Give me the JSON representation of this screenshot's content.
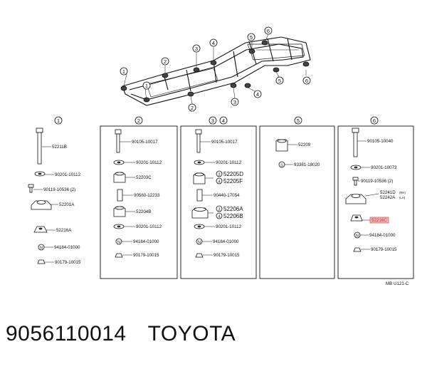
{
  "footer": {
    "part_number": "9056110014",
    "brand": "TOYOTA"
  },
  "diagram_code": "MB  U121-C",
  "frame_callouts": [
    "1",
    "2",
    "3",
    "4",
    "5",
    "6"
  ],
  "columns": [
    {
      "header": "1",
      "labels": [
        "52211B",
        "90201-10112",
        "90119-10536 (2)",
        "52201A",
        "52216A",
        "N",
        "94184-01000",
        "90179-10015"
      ]
    },
    {
      "header": "2",
      "labels": [
        "90105-10017",
        "90201-10112",
        "52203C",
        "90560-12233",
        "52204B",
        "90201-10112",
        "N",
        "94184-01000",
        "90179-10015"
      ]
    },
    {
      "header": "3",
      "header2": "4",
      "labels": [
        "90105-10017",
        "90201-10112",
        "3",
        "52205D",
        "4",
        "52205F",
        "90440-17054",
        "3",
        "52206A",
        "4",
        "52206B",
        "90201-10112",
        "N",
        "94184-01000",
        "90179-10015"
      ]
    },
    {
      "header": "5",
      "labels": [
        "52209",
        "S",
        "93381-18020"
      ]
    },
    {
      "header": "6",
      "labels": [
        "90105-10040",
        "90201-10073",
        "90119-10536 (2)",
        "52241D",
        "(RH)",
        "52242A",
        "(LH)",
        "52216C",
        "N",
        "94184-01000",
        "90179-10015"
      ]
    }
  ]
}
